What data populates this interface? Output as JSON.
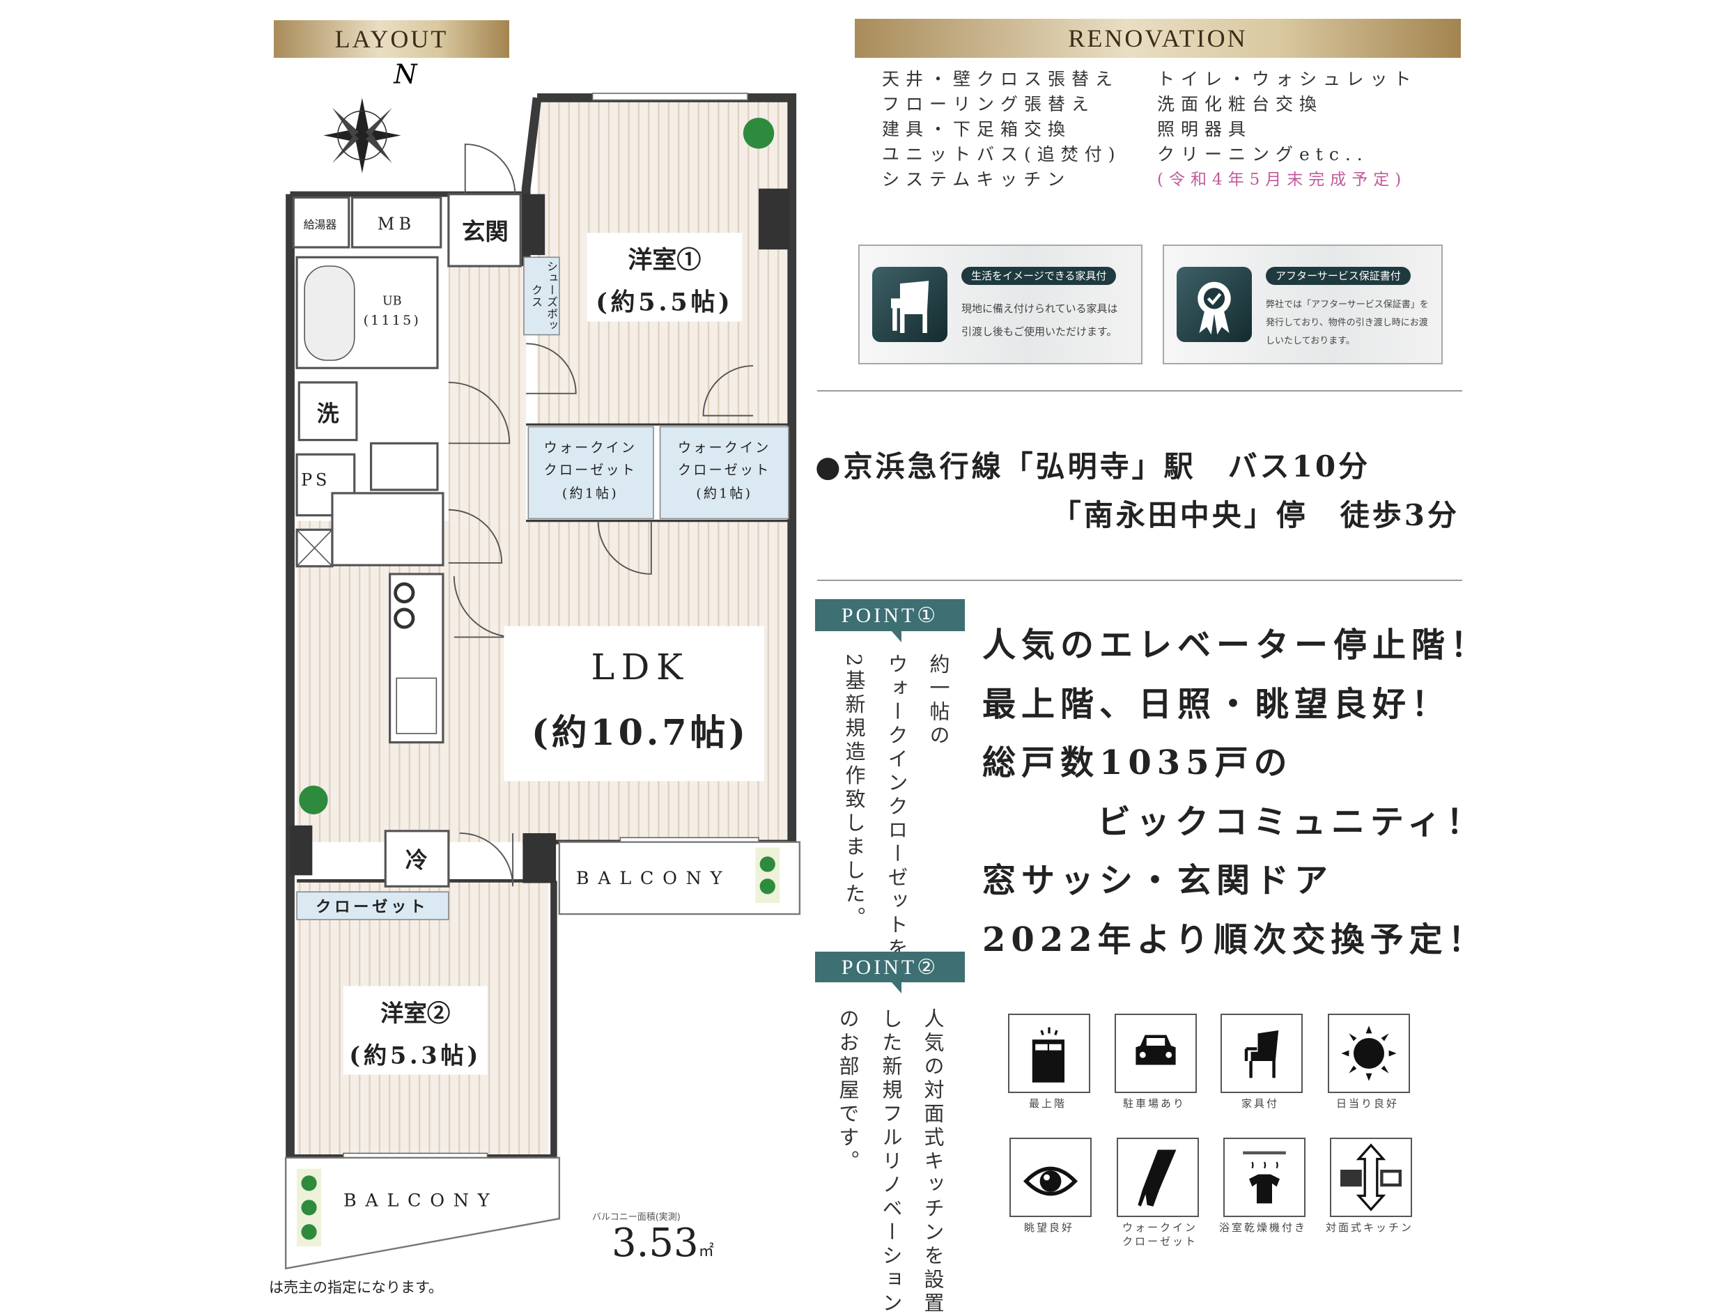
{
  "layout": {
    "banner": "LAYOUT",
    "compass_label": "N",
    "rooms": {
      "water_heater": "給湯器",
      "mb": "MB",
      "entrance": "玄関",
      "shoe_box": "シューズボックス",
      "western1_name": "洋室①",
      "western1_size": "(約5.5帖)",
      "ub_name": "UB",
      "ub_size": "(1115)",
      "wash": "洗",
      "ps": "PS",
      "wic_line1": "ウォークイン",
      "wic_line2": "クローゼット",
      "wic_size": "(約1帖)",
      "ldk_name": "LDK",
      "ldk_size": "(約10.7帖)",
      "fridge": "冷",
      "closet": "クローゼット",
      "western2_name": "洋室②",
      "western2_size": "(約5.3帖)",
      "balcony_top": "BALCONY",
      "balcony_bottom": "BALCONY"
    },
    "balcony_area_label": "バルコニー面積(実測)",
    "balcony_area_value": "3.53",
    "balcony_area_unit": "㎡",
    "footnote": "は売主の指定になります。"
  },
  "renovation": {
    "banner": "RENOVATION",
    "left_items": [
      "天井・壁クロス張替え",
      "フローリング張替え",
      "建具・下足箱交換",
      "ユニットバス(追焚付)",
      "システムキッチン"
    ],
    "right_items": [
      "トイレ・ウォシュレット",
      "洗面化粧台交換",
      "照明器具",
      "クリーニングetc.."
    ],
    "note": "(令和4年5月末完成予定)"
  },
  "cards": [
    {
      "icon": "chair-icon",
      "tag": "生活をイメージできる家具付",
      "lines": [
        "現地に備え付けられている家具は",
        "引渡し後もご使用いただけます。"
      ]
    },
    {
      "icon": "award-ribbon-icon",
      "tag": "アフターサービス保証書付",
      "lines": [
        "弊社では「アフターサービス保証書」を",
        "発行しており、物件の引き渡し時にお渡",
        "しいたしております。"
      ]
    }
  ],
  "access": {
    "line1": "●京浜急行線「弘明寺」駅　バス10分",
    "line2": "「南永田中央」停　徒歩3分"
  },
  "point1": {
    "label": "POINT①",
    "columns": [
      "約一帖の",
      "ウォークインクローゼットを",
      "2基新規造作致しました。"
    ]
  },
  "point2": {
    "label": "POINT②",
    "columns": [
      "人気の対面式キッチンを設置",
      "した新規フルリノベーション",
      "のお部屋です。"
    ]
  },
  "highlights": [
    "人気のエレベーター停止階！",
    "最上階、日照・眺望良好！",
    "総戸数1035戸の",
    "ビックコミュニティ！",
    "窓サッシ・玄関ドア",
    "2022年より順次交換予定！"
  ],
  "features": [
    {
      "icon": "top-floor-icon",
      "label": "最上階"
    },
    {
      "icon": "car-icon",
      "label": "駐車場あり"
    },
    {
      "icon": "chair-icon",
      "label": "家具付"
    },
    {
      "icon": "sun-icon",
      "label": "日当り良好"
    },
    {
      "icon": "eye-icon",
      "label": "眺望良好"
    },
    {
      "icon": "boot-icon",
      "label": "ウォークインクローゼット"
    },
    {
      "icon": "bathroom-dryer-icon",
      "label": "浴室乾燥機付き"
    },
    {
      "icon": "open-kitchen-icon",
      "label": "対面式キッチン"
    }
  ],
  "colors": {
    "gold": "#c2a978",
    "teal": "#3d6f73",
    "wic_blue": "#dbe9f2",
    "note_pink": "#c05a9a"
  }
}
